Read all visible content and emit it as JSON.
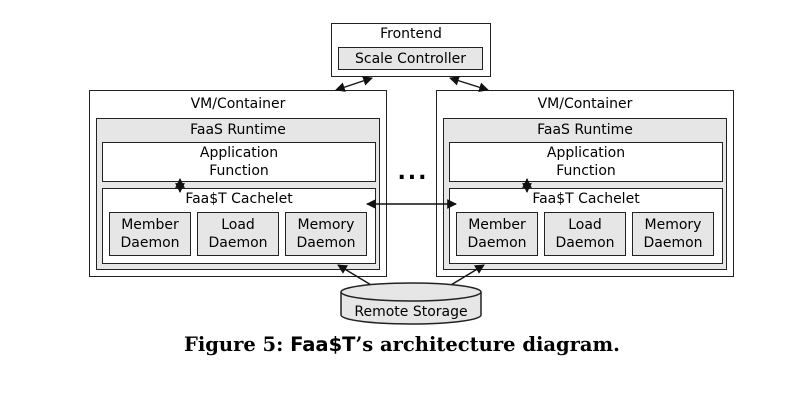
{
  "frontend": {
    "title": "Frontend",
    "controller": "Scale Controller"
  },
  "nodes": [
    {
      "container": "VM/Container",
      "runtime": "FaaS Runtime",
      "function": "Application\nFunction",
      "cachelet": "Faa$T Cachelet",
      "daemons": [
        "Member\nDaemon",
        "Load\nDaemon",
        "Memory\nDaemon"
      ]
    },
    {
      "container": "VM/Container",
      "runtime": "FaaS Runtime",
      "function": "Application\nFunction",
      "cachelet": "Faa$T Cachelet",
      "daemons": [
        "Member\nDaemon",
        "Load\nDaemon",
        "Memory\nDaemon"
      ]
    }
  ],
  "ellipsis": "...",
  "storage": "Remote Storage",
  "caption": {
    "prefix": "Figure 5: ",
    "name": "Faa$T",
    "suffix": "’s architecture diagram."
  },
  "colors": {
    "box_fill": "#e6e6e6",
    "stroke": "#222222"
  }
}
